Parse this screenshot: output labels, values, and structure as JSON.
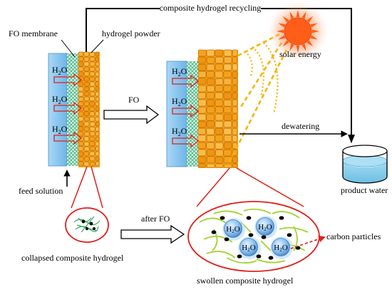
{
  "labels": {
    "recycling": "composite hydrogel recycling",
    "fo_membrane": "FO membrane",
    "hydrogel_powder": "hydrogel powder",
    "solar_energy": "solar energy",
    "fo": "FO",
    "dewatering": "dewatering",
    "feed_solution": "feed solution",
    "product_water": "product water",
    "after_fo": "after FO",
    "carbon_particles": "carbon particles",
    "collapsed": "collapsed composite hydrogel",
    "swollen": "swollen composite hydrogel",
    "water_h": "H",
    "water_sub": "2",
    "water_o": "O"
  },
  "colors": {
    "membrane_blue": "#8ec9f0",
    "mesh_green": "#7ed6b0",
    "hydrogel_orange": "#f0a020",
    "sun_orange": "#ff5a1a",
    "ray_yellow": "#f7b500",
    "circle_red": "#e0201a",
    "water_tank": "#7ec8e8",
    "polymer_green": "#a8d830",
    "bubble_blue": "#6fb0e6"
  }
}
